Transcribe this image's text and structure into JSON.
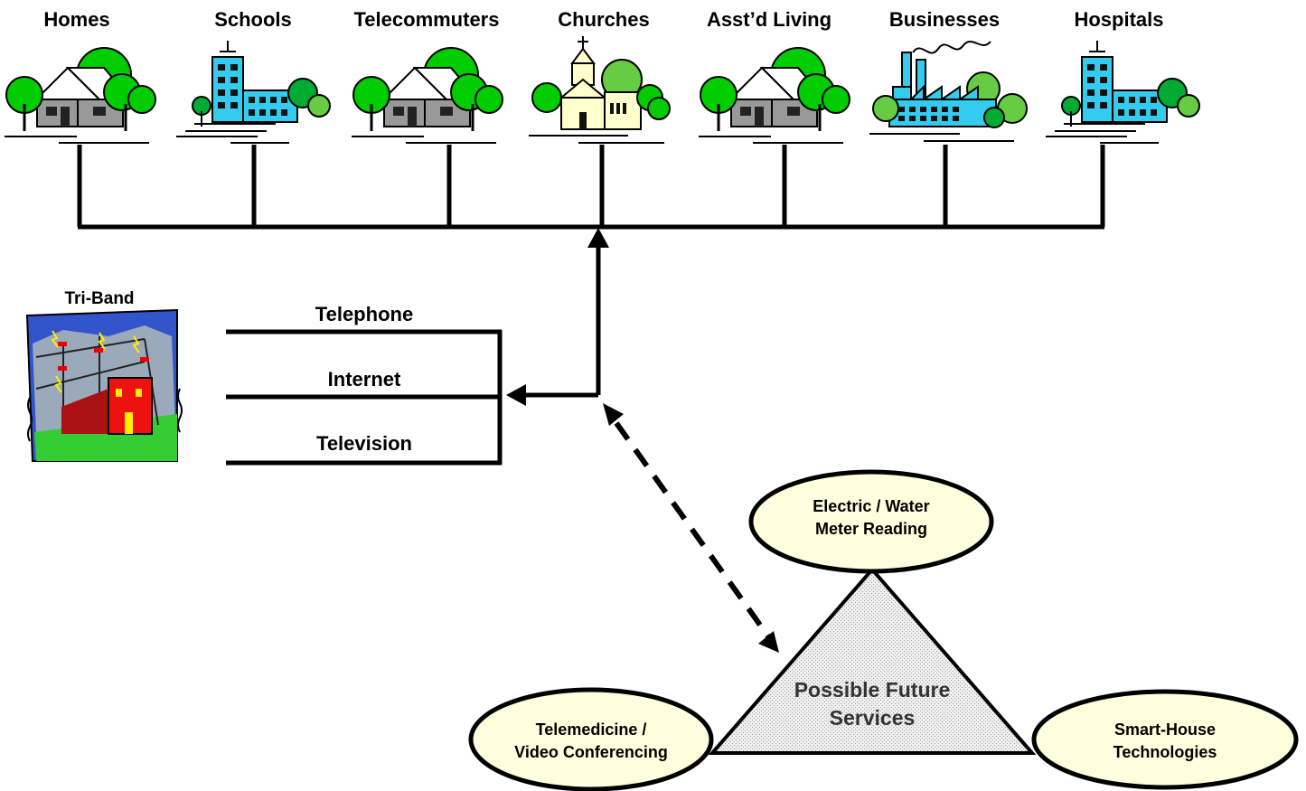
{
  "categories": [
    {
      "key": "homes",
      "label": "Homes",
      "icon": "house-icon"
    },
    {
      "key": "schools",
      "label": "Schools",
      "icon": "office-building-icon"
    },
    {
      "key": "telecommuters",
      "label": "Telecommuters",
      "icon": "house-icon"
    },
    {
      "key": "churches",
      "label": "Churches",
      "icon": "church-icon"
    },
    {
      "key": "assisted-living",
      "label": "Asst’d Living",
      "icon": "house-icon"
    },
    {
      "key": "businesses",
      "label": "Businesses",
      "icon": "factory-icon"
    },
    {
      "key": "hospitals",
      "label": "Hospitals",
      "icon": "office-building-icon"
    }
  ],
  "provider": {
    "label": "Tri-Band",
    "icon": "power-station-icon"
  },
  "services": [
    "Telephone",
    "Internet",
    "Television"
  ],
  "future": {
    "center_line1": "Possible Future",
    "center_line2": "Services",
    "top_line1": "Electric / Water",
    "top_line2": "Meter Reading",
    "left_line1": "Telemedicine /",
    "left_line2": "Video Conferencing",
    "right_line1": "Smart-House",
    "right_line2": "Technologies"
  },
  "colors": {
    "tree_green": "#00cc00",
    "building_blue": "#33ccee",
    "house_gray": "#999999",
    "church_yellow": "#ffffcc",
    "oval_fill": "#ffffdd",
    "triangle_fill": "#dddddd"
  }
}
